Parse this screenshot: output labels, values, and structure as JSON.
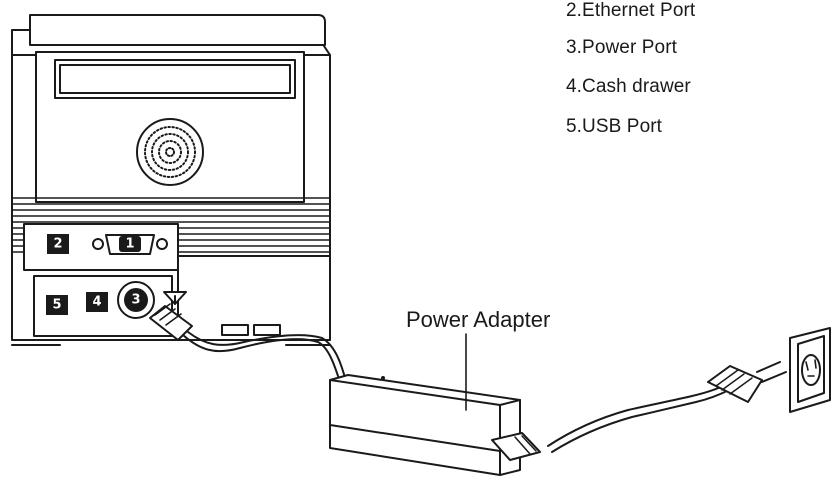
{
  "legend": {
    "items": [
      "2.Ethernet Port",
      "3.Power Port",
      "4.Cash drawer",
      "5.USB Port"
    ]
  },
  "callout": {
    "power_adapter": "Power Adapter"
  },
  "ports": {
    "serial": "1",
    "ethernet": "2",
    "power": "3",
    "cash_drawer": "4",
    "usb": "5"
  }
}
